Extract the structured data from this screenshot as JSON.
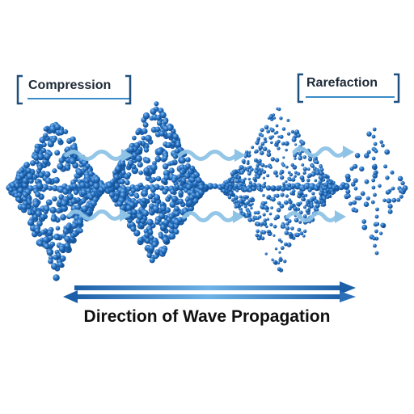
{
  "labels": {
    "compression": "Compression",
    "rarefaction": "Rarefaction"
  },
  "caption": "Direction of Wave Propagation",
  "colors": {
    "particle": "#1f66b7",
    "particle_highlight": "#6fa8e6",
    "wave_arrow": "#8ec3e6",
    "propagation_arrow": "#2c6fb8",
    "bracket": "#1e4f7e"
  },
  "icons": {
    "wavy_arrow": "wavy-arrow-icon",
    "double_arrow": "double-arrow-icon"
  }
}
